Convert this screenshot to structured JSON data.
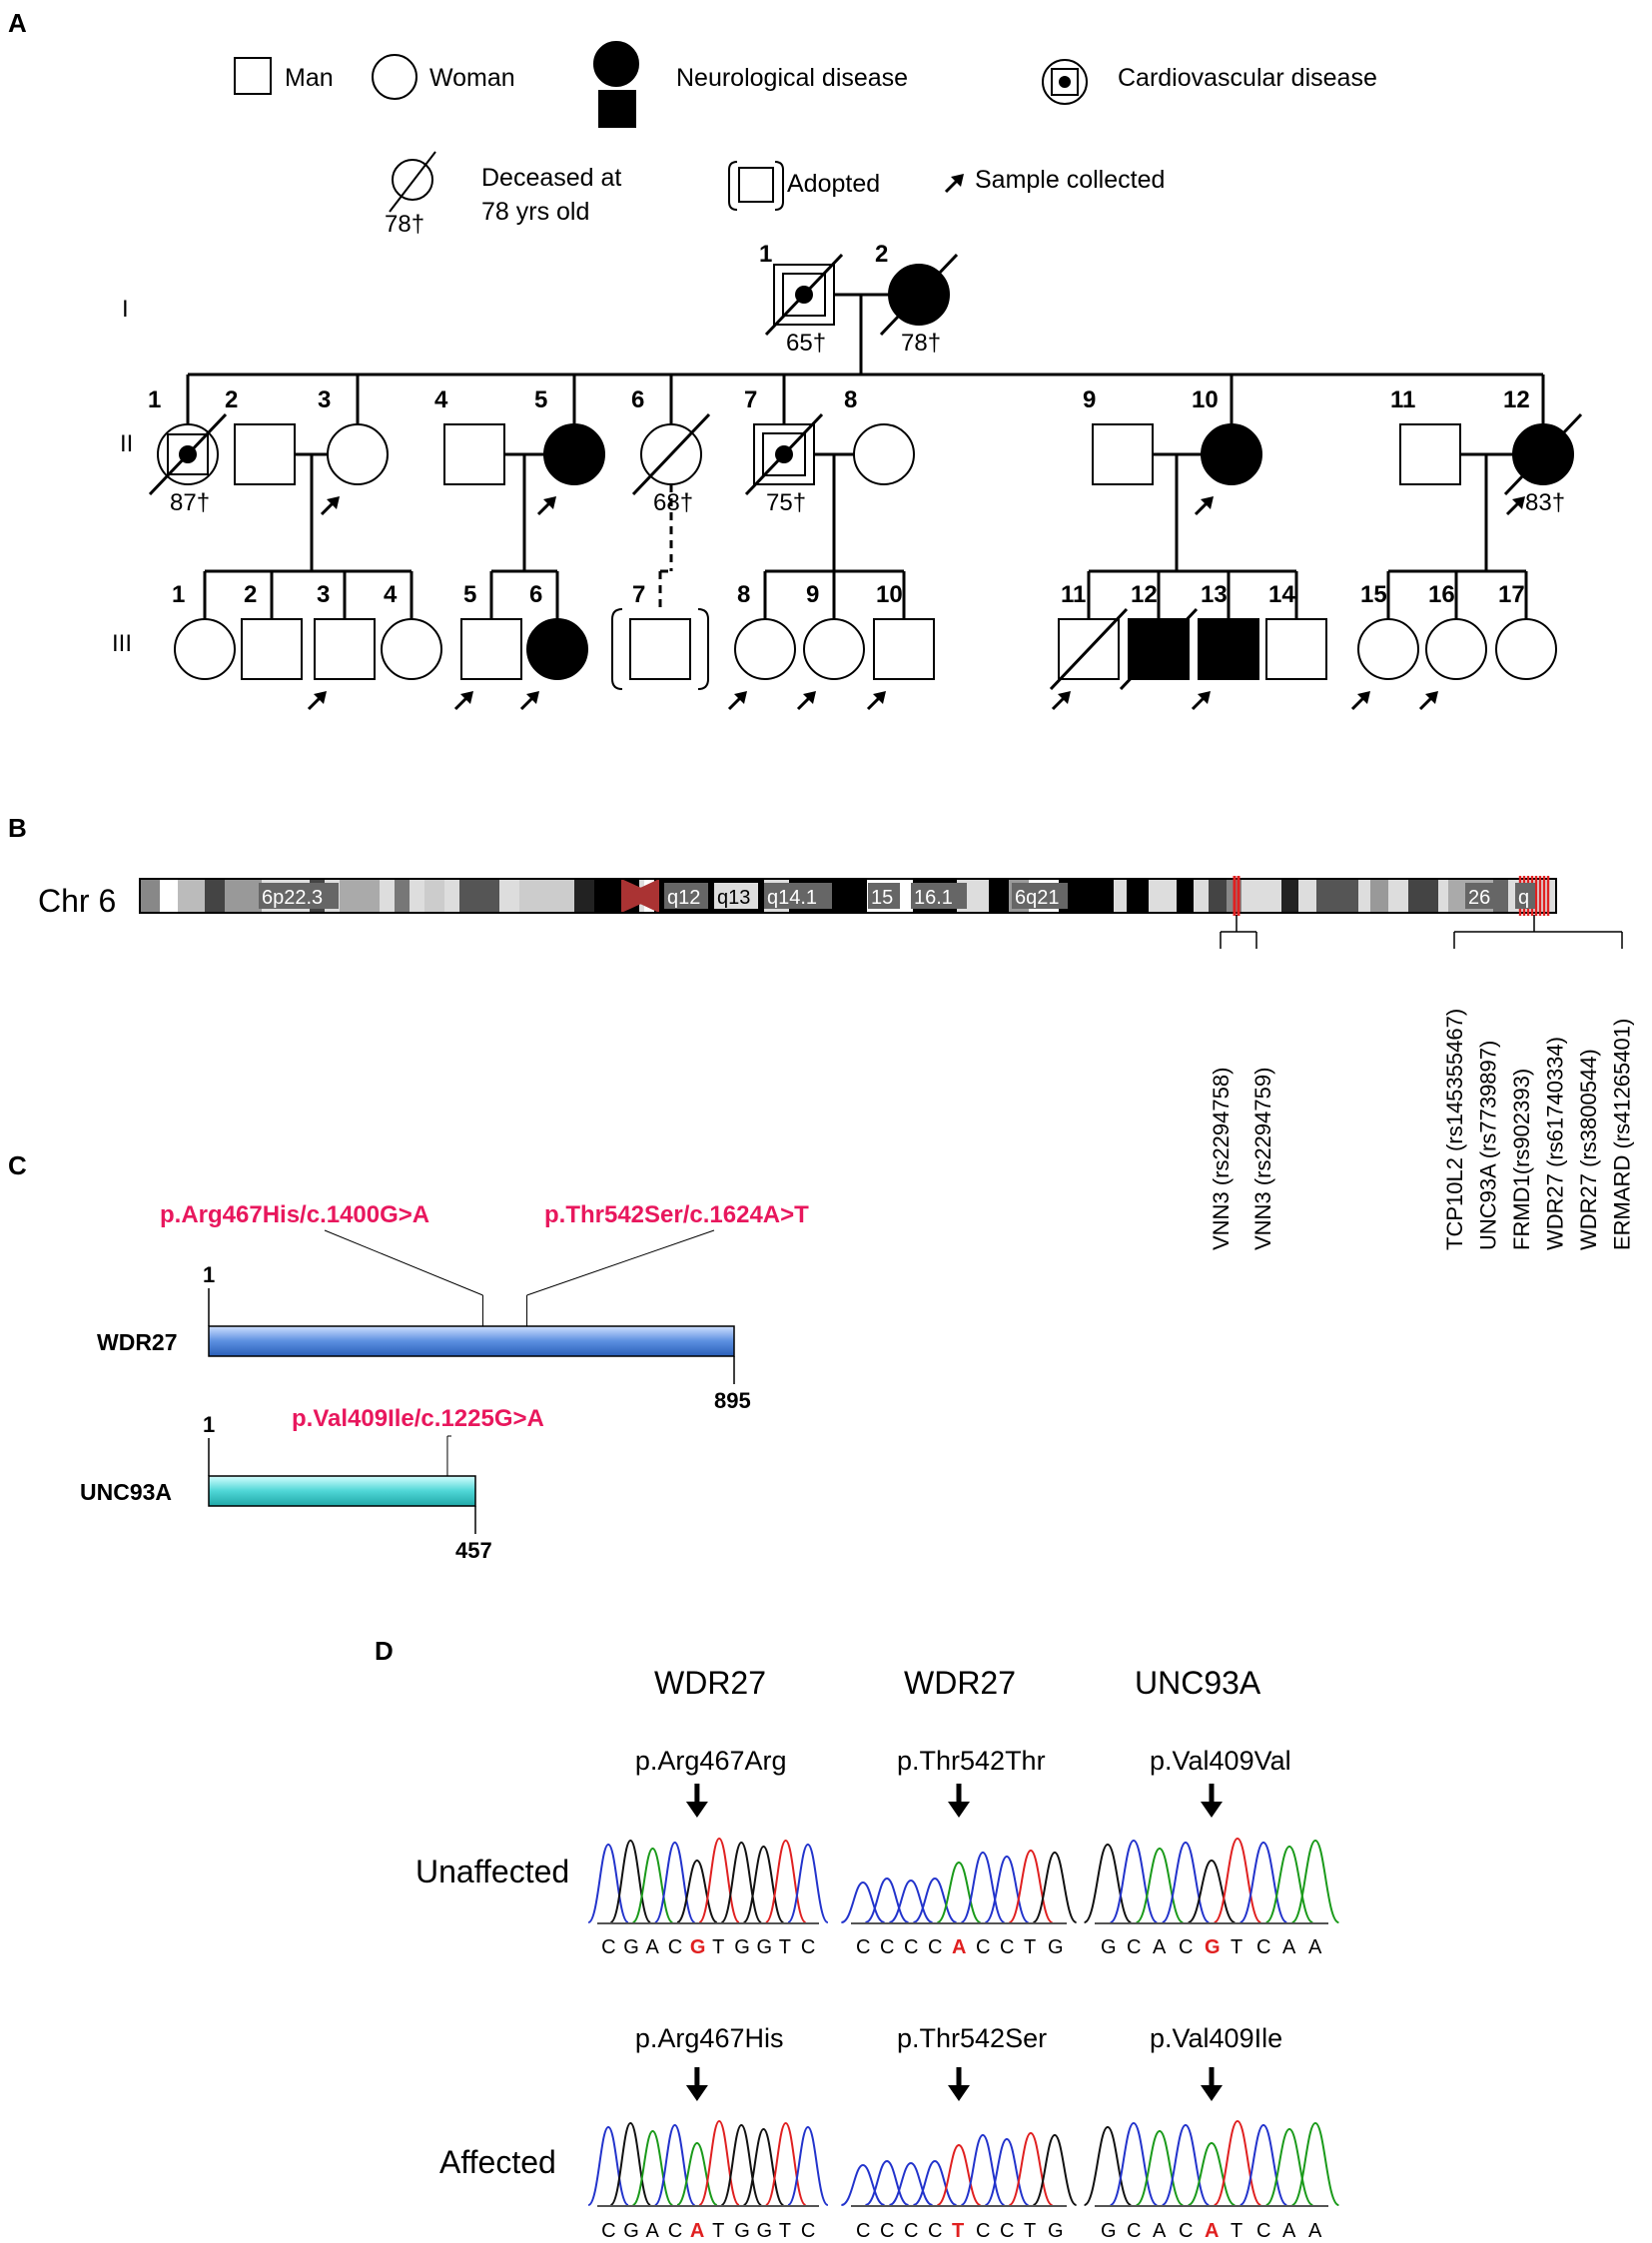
{
  "panels": {
    "A": "A",
    "B": "B",
    "C": "C",
    "D": "D"
  },
  "legend": {
    "man": "Man",
    "woman": "Woman",
    "neuro": "Neurological disease",
    "cardio": "Cardiovascular disease",
    "deceased_line1": "Deceased at",
    "deceased_line2": "78 yrs old",
    "deceased_age": "78†",
    "adopted": "Adopted",
    "sample": "Sample collected"
  },
  "pedigree": {
    "generations": [
      "I",
      "II",
      "III"
    ],
    "gen1": [
      {
        "id": "1",
        "sex": "M",
        "status": "cardio",
        "deceased": true,
        "age": "65†",
        "sample": false
      },
      {
        "id": "2",
        "sex": "F",
        "status": "neuro",
        "deceased": true,
        "age": "78†",
        "sample": false
      }
    ],
    "gen2": [
      {
        "id": "1",
        "sex": "F",
        "status": "cardio",
        "deceased": true,
        "age": "87†",
        "sample": false
      },
      {
        "id": "2",
        "sex": "M",
        "status": "none",
        "deceased": false,
        "age": "",
        "sample": false
      },
      {
        "id": "3",
        "sex": "F",
        "status": "none",
        "deceased": false,
        "age": "",
        "sample": true
      },
      {
        "id": "4",
        "sex": "M",
        "status": "none",
        "deceased": false,
        "age": "",
        "sample": false
      },
      {
        "id": "5",
        "sex": "F",
        "status": "neuro",
        "deceased": false,
        "age": "",
        "sample": true
      },
      {
        "id": "6",
        "sex": "F",
        "status": "none",
        "deceased": true,
        "age": "68†",
        "sample": false
      },
      {
        "id": "7",
        "sex": "M",
        "status": "cardio",
        "deceased": true,
        "age": "75†",
        "sample": false
      },
      {
        "id": "8",
        "sex": "F",
        "status": "none",
        "deceased": false,
        "age": "",
        "sample": false
      },
      {
        "id": "9",
        "sex": "M",
        "status": "none",
        "deceased": false,
        "age": "",
        "sample": false
      },
      {
        "id": "10",
        "sex": "F",
        "status": "neuro",
        "deceased": false,
        "age": "",
        "sample": true
      },
      {
        "id": "11",
        "sex": "M",
        "status": "none",
        "deceased": false,
        "age": "",
        "sample": false
      },
      {
        "id": "12",
        "sex": "F",
        "status": "neuro",
        "deceased": true,
        "age": "83†",
        "sample": true
      }
    ],
    "gen3": [
      {
        "id": "1",
        "sex": "F",
        "status": "none",
        "sample": false
      },
      {
        "id": "2",
        "sex": "M",
        "status": "none",
        "sample": false
      },
      {
        "id": "3",
        "sex": "M",
        "status": "none",
        "sample": true
      },
      {
        "id": "4",
        "sex": "F",
        "status": "none",
        "sample": false
      },
      {
        "id": "5",
        "sex": "M",
        "status": "none",
        "sample": true
      },
      {
        "id": "6",
        "sex": "F",
        "status": "neuro",
        "sample": true
      },
      {
        "id": "7",
        "sex": "M",
        "status": "none",
        "sample": false,
        "adopted": true
      },
      {
        "id": "8",
        "sex": "F",
        "status": "none",
        "sample": true
      },
      {
        "id": "9",
        "sex": "F",
        "status": "none",
        "sample": true
      },
      {
        "id": "10",
        "sex": "M",
        "status": "none",
        "sample": true
      },
      {
        "id": "11",
        "sex": "M",
        "status": "none",
        "sample": true,
        "deceased": true
      },
      {
        "id": "12",
        "sex": "M",
        "status": "neuro",
        "sample": false,
        "deceased": true
      },
      {
        "id": "13",
        "sex": "M",
        "status": "neuro",
        "sample": true
      },
      {
        "id": "14",
        "sex": "M",
        "status": "none",
        "sample": false
      },
      {
        "id": "15",
        "sex": "F",
        "status": "none",
        "sample": true
      },
      {
        "id": "16",
        "sex": "F",
        "status": "none",
        "sample": true
      },
      {
        "id": "17",
        "sex": "F",
        "status": "none",
        "sample": false
      }
    ]
  },
  "chromosome": {
    "label": "Chr 6",
    "bands": [
      "6p22.3",
      "q12",
      "q13",
      "q14.1",
      "15",
      "16.1",
      "6q21",
      "26",
      "q"
    ],
    "vnn3": [
      "VNN3 (rs2294758)",
      "VNN3 (rs2294759)"
    ],
    "cluster": [
      "TCP10L2 (rs145355467)",
      "UNC93A (rs7739897)",
      "FRMD1(rs902393)",
      "WDR27 (rs61740334)",
      "WDR27 (rs3800544)",
      "ERMARD (rs41265401)"
    ]
  },
  "proteins": {
    "wdr27": {
      "name": "WDR27",
      "start": "1",
      "end": "895",
      "length": 895,
      "variants": [
        {
          "label": "p.Arg467His/c.1400G>A",
          "pos": 467
        },
        {
          "label": "p.Thr542Ser/c.1624A>T",
          "pos": 542
        }
      ]
    },
    "unc93a": {
      "name": "UNC93A",
      "start": "1",
      "end": "457",
      "length": 457,
      "variants": [
        {
          "label": "p.Val409Ile/c.1225G>A",
          "pos": 409
        }
      ]
    }
  },
  "colors": {
    "variant": "#e8175d",
    "wdr27_bar": "#5b8fe0",
    "unc93a_bar": "#4fd6d6",
    "marker": "#e02020"
  },
  "sequencing": {
    "genes": [
      "WDR27",
      "WDR27",
      "UNC93A"
    ],
    "rows": [
      "Unaffected",
      "Affected"
    ],
    "unaffected": [
      {
        "variant": "p.Arg467Arg",
        "seq": [
          "C",
          "G",
          "A",
          "C",
          "G",
          "T",
          "G",
          "G",
          "T",
          "C"
        ],
        "hi": 4
      },
      {
        "variant": "p.Thr542Thr",
        "seq": [
          "C",
          "C",
          "C",
          "C",
          "A",
          "C",
          "C",
          "T",
          "G"
        ],
        "hi": 4
      },
      {
        "variant": "p.Val409Val",
        "seq": [
          "G",
          "C",
          "A",
          "C",
          "G",
          "T",
          "C",
          "A",
          "A"
        ],
        "hi": 4
      }
    ],
    "affected": [
      {
        "variant": "p.Arg467His",
        "seq": [
          "C",
          "G",
          "A",
          "C",
          "A",
          "T",
          "G",
          "G",
          "T",
          "C"
        ],
        "hi": 4
      },
      {
        "variant": "p.Thr542Ser",
        "seq": [
          "C",
          "C",
          "C",
          "C",
          "T",
          "C",
          "C",
          "T",
          "G"
        ],
        "hi": 4
      },
      {
        "variant": "p.Val409Ile",
        "seq": [
          "G",
          "C",
          "A",
          "C",
          "A",
          "T",
          "C",
          "A",
          "A"
        ],
        "hi": 4
      }
    ]
  }
}
